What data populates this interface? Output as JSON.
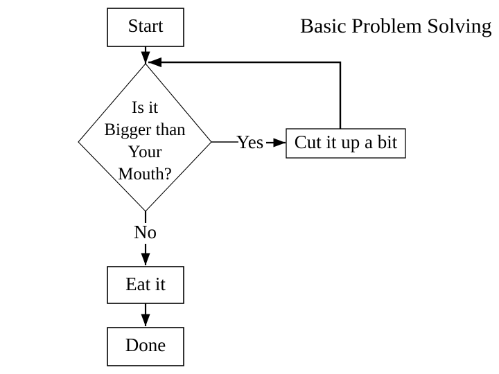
{
  "diagram": {
    "title": "Basic Problem Solving",
    "background_color": "#ffffff",
    "stroke_color": "#000000",
    "nodes": {
      "start": {
        "label": "Start",
        "shape": "rectangle"
      },
      "decision": {
        "label": "Is it\nBigger than\nYour\nMouth?",
        "line1": "Is it",
        "line2": "Bigger than",
        "line3": "Your",
        "line4": "Mouth?",
        "shape": "diamond"
      },
      "cut": {
        "label": "Cut it up a bit",
        "shape": "rectangle"
      },
      "eat": {
        "label": "Eat it",
        "shape": "rectangle"
      },
      "done": {
        "label": "Done",
        "shape": "rectangle"
      }
    },
    "edges": {
      "yes": {
        "label": "Yes"
      },
      "no": {
        "label": "No"
      }
    }
  }
}
